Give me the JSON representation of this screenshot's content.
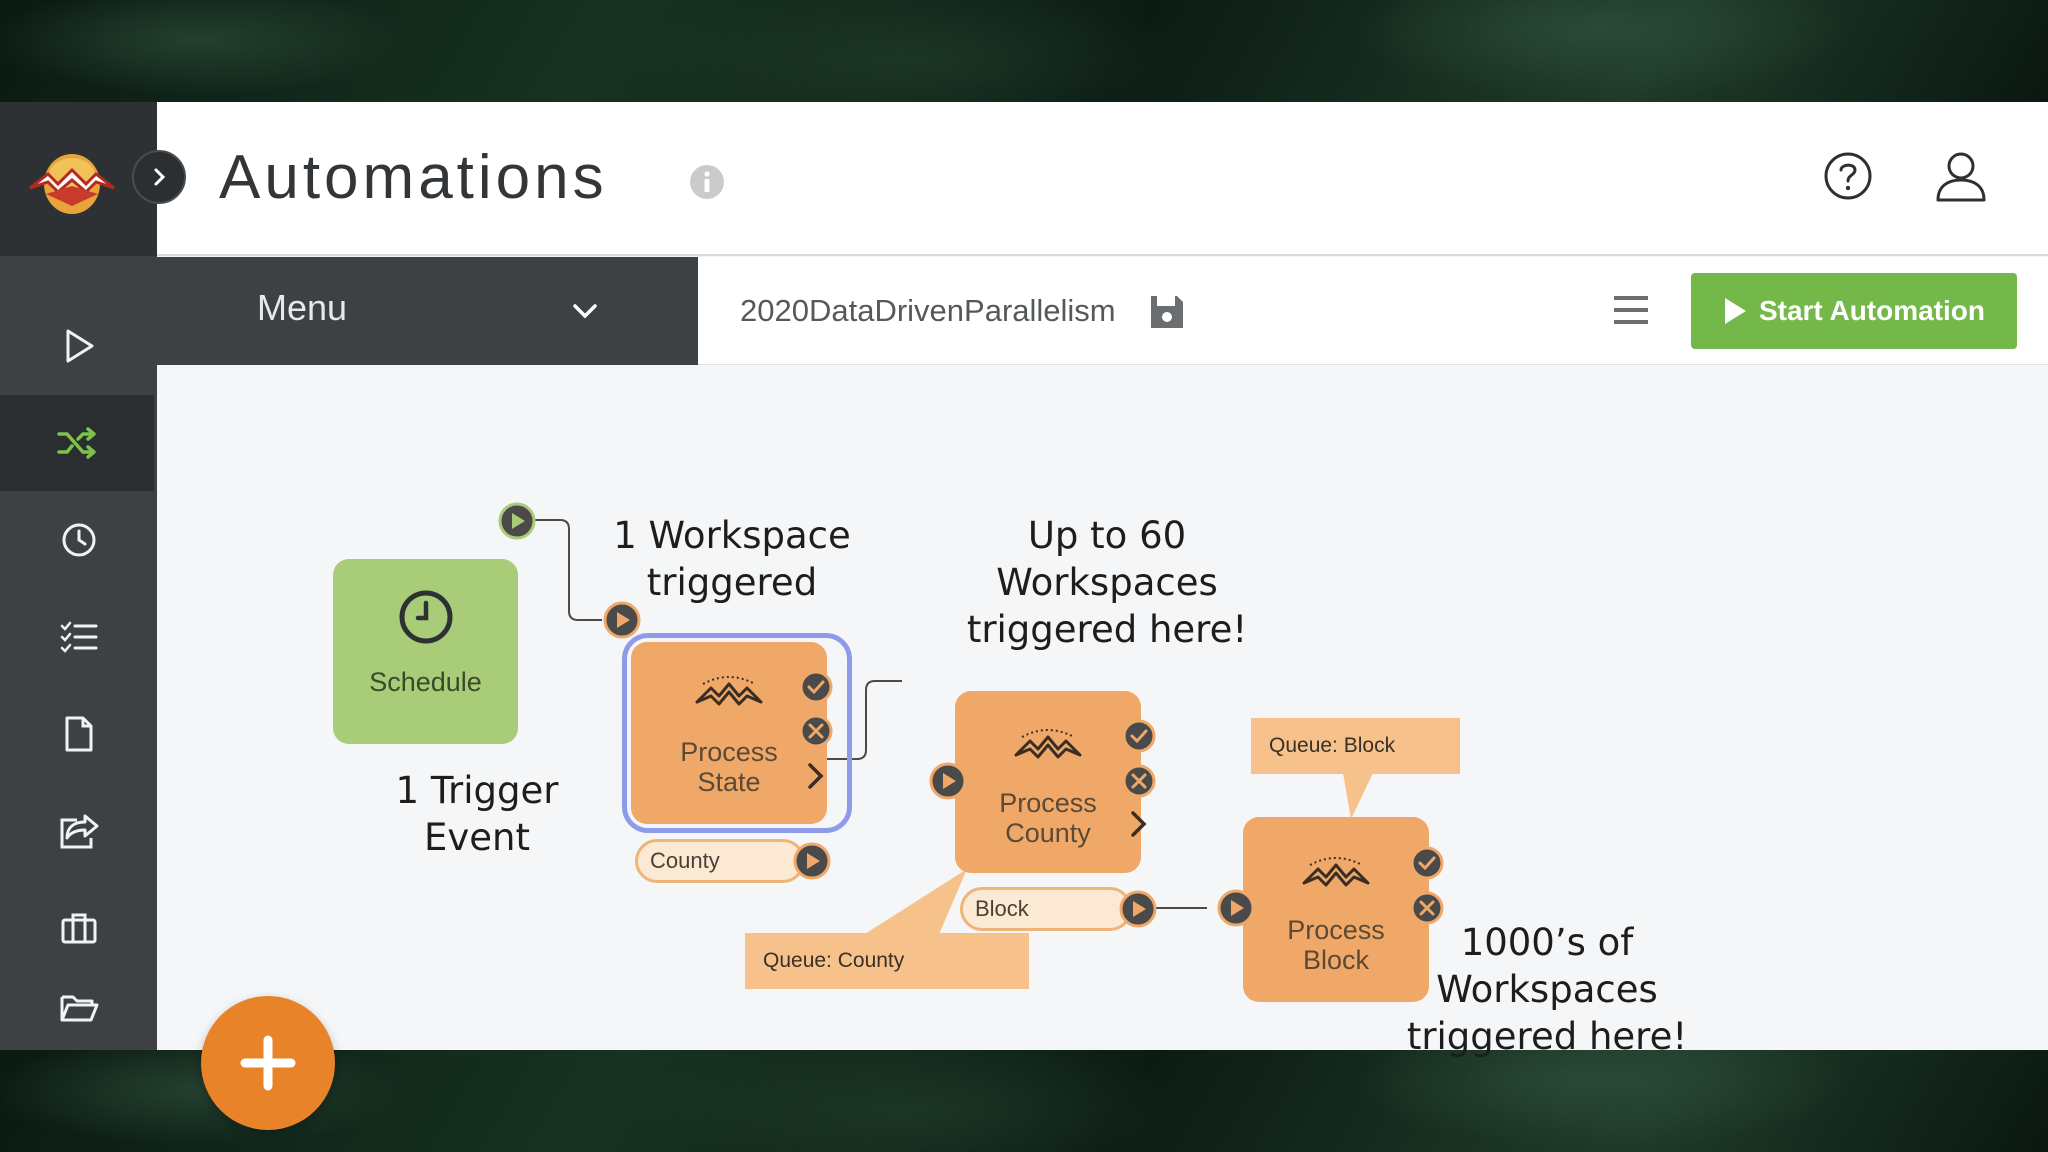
{
  "header": {
    "title": "Automations"
  },
  "toolbar": {
    "menu_label": "Menu",
    "workflow_name": "2020DataDrivenParallelism",
    "start_label": "Start Automation"
  },
  "sidebar": {
    "items": [
      {
        "icon": "play-icon"
      },
      {
        "icon": "shuffle-icon",
        "active": true
      },
      {
        "icon": "clock-icon"
      },
      {
        "icon": "checklist-icon"
      },
      {
        "icon": "document-icon"
      },
      {
        "icon": "share-icon"
      },
      {
        "icon": "briefcase-icon"
      },
      {
        "icon": "folder-icon"
      }
    ]
  },
  "canvas": {
    "nodes": {
      "schedule": "Schedule",
      "process_state_1": "Process",
      "process_state_2": "State",
      "process_county_1": "Process",
      "process_county_2": "County",
      "process_block_1": "Process",
      "process_block_2": "Block"
    },
    "ports": {
      "county": "County",
      "block": "Block"
    },
    "callouts": {
      "queue_county": "Queue: County",
      "queue_block": "Queue: Block"
    },
    "annotations": {
      "trigger_1": "1 Trigger",
      "trigger_2": "Event",
      "one_ws_1": "1 Workspace",
      "one_ws_2": "triggered",
      "sixty_1": "Up to 60",
      "sixty_2": "Workspaces",
      "sixty_3": "triggered here!",
      "thousands_1": "1000’s of",
      "thousands_2": "Workspaces",
      "thousands_3": "triggered here!"
    }
  },
  "colors": {
    "accent_green": "#74b84a",
    "node_orange": "#f0a868",
    "schedule_green": "#a8cc78",
    "fab_orange": "#e8832a",
    "selection_purple": "#8f9be8"
  }
}
